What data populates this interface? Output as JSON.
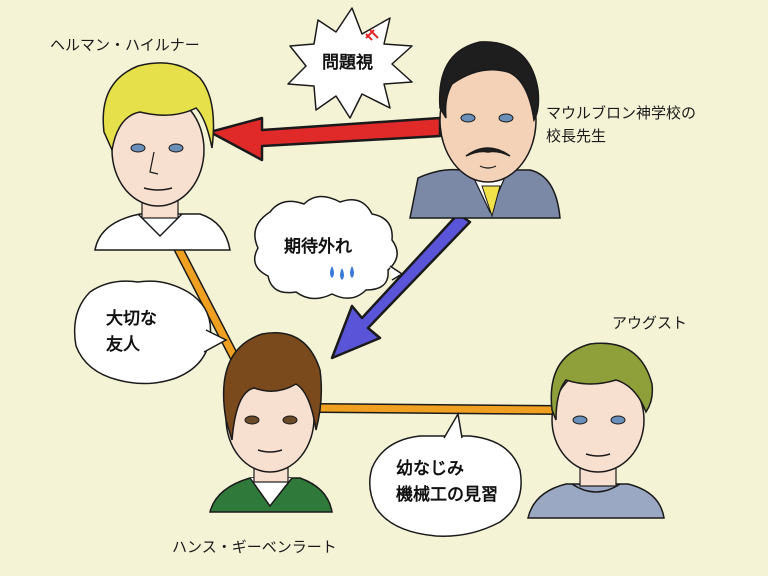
{
  "characters": {
    "hermann": {
      "name": "ヘルマン・ハイルナー",
      "hair_color": "#e6e04a"
    },
    "principal": {
      "name_line1": "マウルブロン神学校の",
      "name_line2": "校長先生",
      "hair_color": "#1e1e1e"
    },
    "hans": {
      "name": "ハンス・ギーベンラート",
      "hair_color": "#7a4a1c"
    },
    "august": {
      "name": "アウグスト",
      "hair_color": "#8fa03a"
    }
  },
  "relations": {
    "problem": {
      "text": "問題視",
      "color": "#e02a2a"
    },
    "disappointed": {
      "text": "期待外れ",
      "color": "#5a55d8"
    },
    "best_friend": {
      "line1": "大切な",
      "line2": "友人",
      "color": "#f0a020"
    },
    "childhood": {
      "line1": "幼なじみ",
      "line2": "機械工の見習",
      "color": "#f0a020"
    }
  },
  "colors": {
    "background": "#f5f3d6",
    "skin": "#f8e0d0",
    "outline": "#1a1a1a"
  }
}
